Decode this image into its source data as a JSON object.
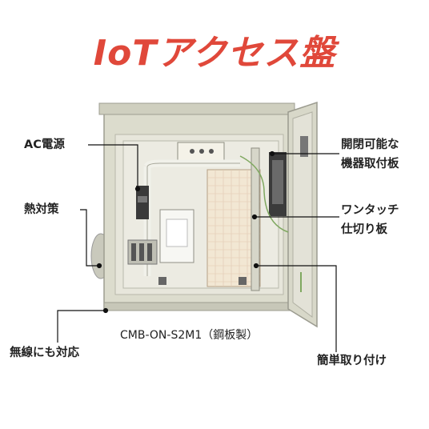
{
  "title": "IoTアクセス盤",
  "colors": {
    "title": "#e0483a",
    "cabinet": "#dcdccd",
    "board": "#f2e7d3"
  },
  "labels": {
    "ac_power": "AC電源",
    "heat": "熱対策",
    "wireless": "無線にも対応",
    "door_mount_1": "開閉可能な",
    "door_mount_2": "機器取付板",
    "one_touch_1": "ワンタッチ",
    "one_touch_2": "仕切り板",
    "easy_install": "簡単取り付け"
  },
  "model_caption": "CMB-ON-S2M1（鋼板製）"
}
